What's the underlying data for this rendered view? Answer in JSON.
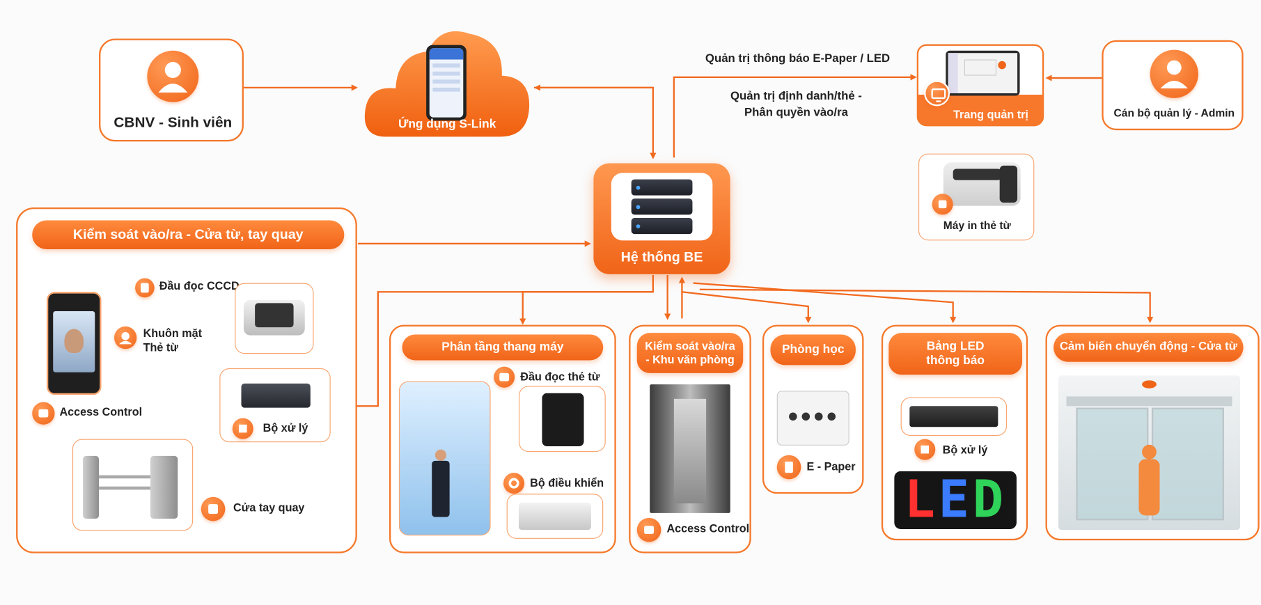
{
  "users": {
    "student": "CBNV - Sinh viên",
    "admin": "Cán bộ quản lý - Admin"
  },
  "app": {
    "label": "Ứng dụng S-Link"
  },
  "admin_page": {
    "label": "Trang quản trị"
  },
  "printer": {
    "label": "Máy in thẻ từ"
  },
  "be": {
    "label": "Hệ thống BE"
  },
  "flows": {
    "epaper_led": "Quản trị thông báo E-Paper / LED",
    "identity": "Quản trị định danh/thẻ -",
    "permission": "Phân quyền vào/ra"
  },
  "gate_group": {
    "title": "Kiểm soát vào/ra - Cửa từ, tay quay",
    "cccd": "Đầu đọc CCCD",
    "face": "Khuôn mặt",
    "card": "Thẻ từ",
    "access": "Access Control",
    "processor": "Bộ xử lý",
    "turnstile": "Cửa tay quay"
  },
  "elevator": {
    "title": "Phân tầng thang máy",
    "reader": "Đầu đọc thẻ từ",
    "controller": "Bộ điều khiển"
  },
  "office": {
    "title_line1": "Kiểm soát vào/ra",
    "title_line2": "- Khu văn phòng",
    "access": "Access Control"
  },
  "classroom": {
    "title": "Phòng học",
    "epaper": "E - Paper"
  },
  "led_board": {
    "title_line1": "Bảng LED",
    "title_line2": "thông báo",
    "processor": "Bộ xử lý",
    "led_text": "LED"
  },
  "sensor": {
    "title": "Cảm biến chuyển động - Cửa từ"
  },
  "colors": {
    "accent": "#f06418",
    "line": "#f26a1f",
    "light": "#ffe3cf"
  }
}
